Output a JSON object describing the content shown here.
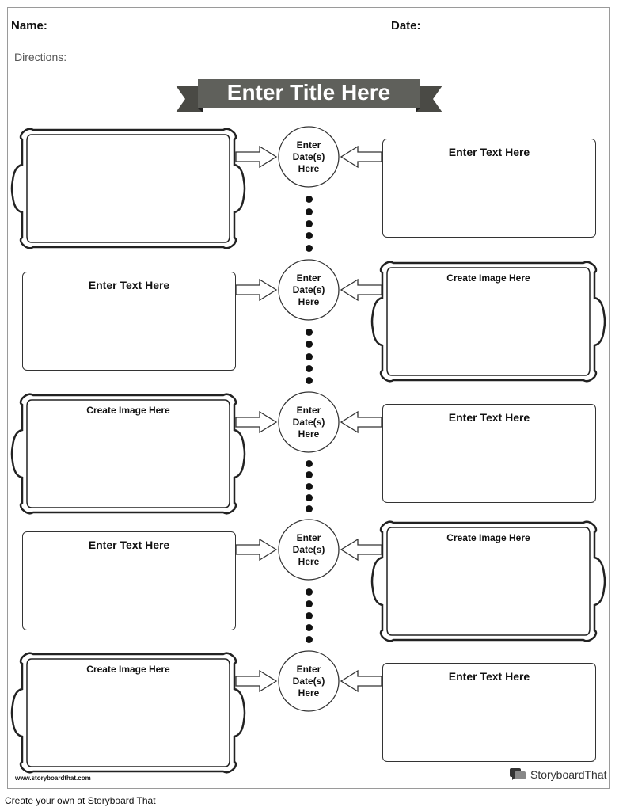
{
  "header": {
    "name_label": "Name:",
    "date_label": "Date:"
  },
  "directions_label": "Directions:",
  "title": "Enter Title Here",
  "rows": [
    {
      "left": {
        "kind": "image",
        "label": ""
      },
      "date": [
        "Enter",
        "Date(s)",
        "Here"
      ],
      "right": {
        "kind": "text",
        "label": "Enter Text Here"
      }
    },
    {
      "left": {
        "kind": "text",
        "label": "Enter Text Here"
      },
      "date": [
        "Enter",
        "Date(s)",
        "Here"
      ],
      "right": {
        "kind": "image",
        "label": "Create Image Here"
      }
    },
    {
      "left": {
        "kind": "image",
        "label": "Create Image Here"
      },
      "date": [
        "Enter",
        "Date(s)",
        "Here"
      ],
      "right": {
        "kind": "text",
        "label": "Enter Text Here"
      }
    },
    {
      "left": {
        "kind": "text",
        "label": "Enter Text Here"
      },
      "date": [
        "Enter",
        "Date(s)",
        "Here"
      ],
      "right": {
        "kind": "image",
        "label": "Create Image Here"
      }
    },
    {
      "left": {
        "kind": "image",
        "label": "Create Image Here"
      },
      "date": [
        "Enter",
        "Date(s)",
        "Here"
      ],
      "right": {
        "kind": "text",
        "label": "Enter Text Here"
      }
    }
  ],
  "footer": {
    "url": "www.storyboardthat.com",
    "brand": "StoryboardThat",
    "bottom_note": "Create your own at Storyboard That"
  },
  "icons": {
    "brand_logo": "speech-bubble-icon",
    "arrow": "outline-arrow-icon"
  }
}
